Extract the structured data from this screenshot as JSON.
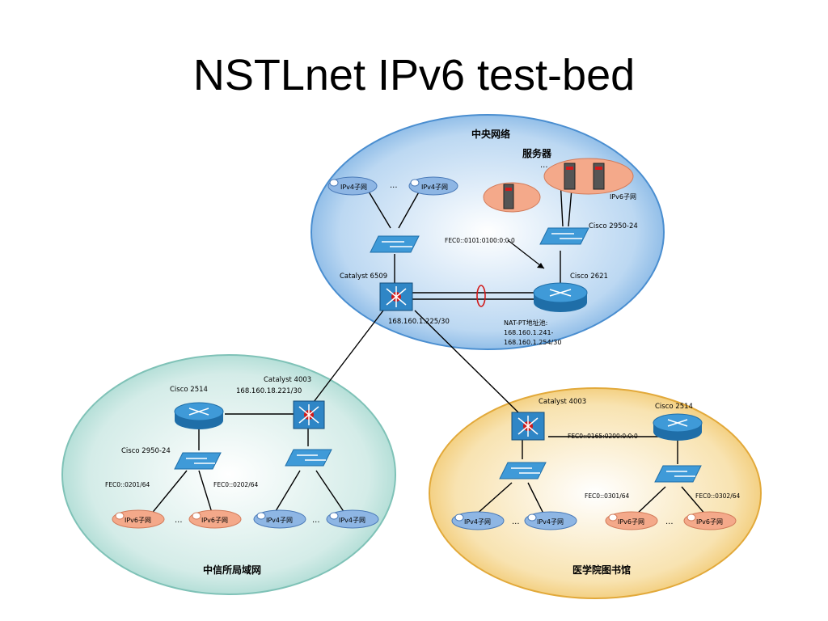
{
  "slide": {
    "title": "NSTLnet IPv6 test-bed"
  },
  "colors": {
    "central": "#a9ccee",
    "left": "#c5e6e1",
    "right": "#f4d58d",
    "cloud_v4": "#8eb6e4",
    "cloud_v6": "#f4a98a",
    "device": "#2f86c6"
  },
  "zones": {
    "central": {
      "label": "中央网络",
      "server_label": "服务器"
    },
    "left": {
      "label": "中信所局域网"
    },
    "right": {
      "label": "医学院图书馆"
    }
  },
  "devices": {
    "catalyst6509": {
      "name": "Catalyst 6509",
      "addr": "168.160.1.225/30",
      "icon": "multilayer-switch"
    },
    "cisco2621": {
      "name": "Cisco 2621",
      "icon": "router"
    },
    "cisco2950_central": {
      "name": "Cisco 2950-24",
      "icon": "switch"
    },
    "cisco2514_left": {
      "name": "Cisco 2514",
      "icon": "router"
    },
    "catalyst4003_left": {
      "name": "Catalyst 4003",
      "addr": "168.160.18.221/30",
      "icon": "multilayer-switch"
    },
    "cisco2950_left": {
      "name": "Cisco 2950-24",
      "icon": "switch"
    },
    "catalyst4003_right": {
      "name": "Catalyst 4003",
      "icon": "multilayer-switch"
    },
    "cisco2514_right": {
      "name": "Cisco 2514",
      "icon": "router"
    }
  },
  "annotations": {
    "fec0_central": "FEC0::0101:0100:0:0:0",
    "natpt_1": "NAT-PT地址池:",
    "natpt_2": "168.160.1.241-",
    "natpt_3": "168.160.1.254/30",
    "fec0_0201": "FEC0::0201/64",
    "fec0_0202": "FEC0::0202/64",
    "fec0_right": "FEC0::0165:0200:0:0:0",
    "fec0_0301": "FEC0::0301/64",
    "fec0_0302": "FEC0::0302/64"
  },
  "clouds": {
    "ipv4": "IPv4子网",
    "ipv6": "IPv6子网",
    "ellipsis": "..."
  }
}
